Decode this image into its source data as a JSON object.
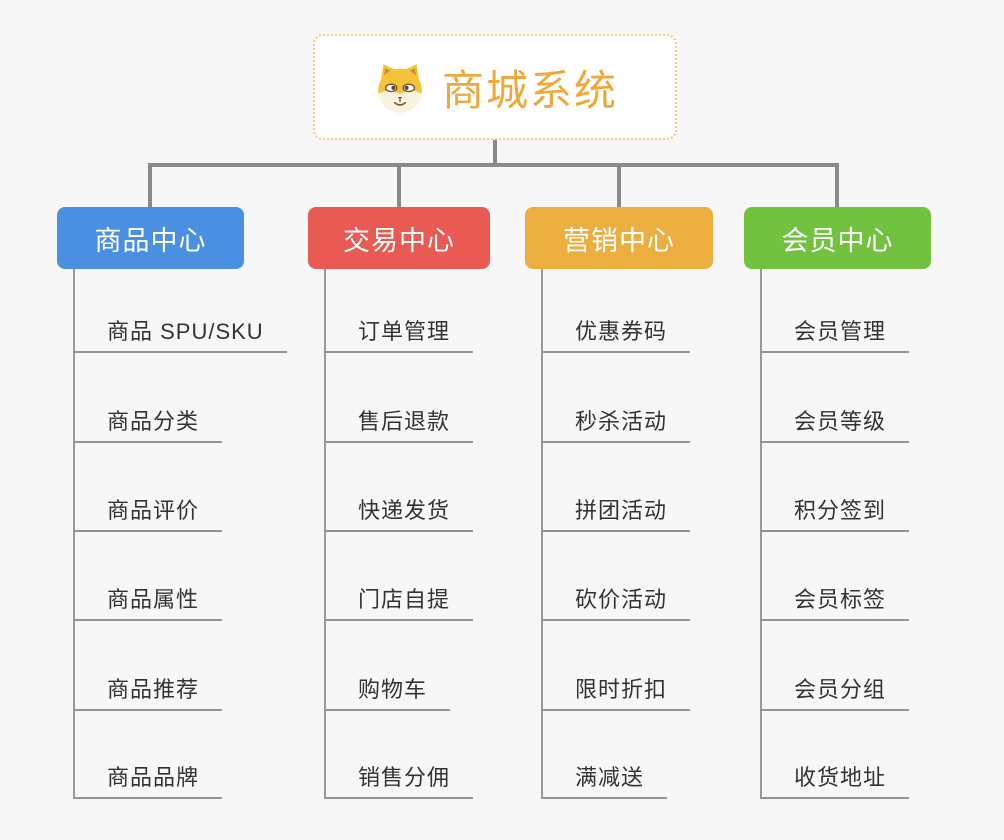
{
  "canvas": {
    "background_color": "#f7f7f7",
    "connector_color": "#8a8a8a",
    "underline_color": "#949494"
  },
  "root": {
    "label": "商城系统",
    "icon": "dog-face-icon",
    "text_color": "#f0a83a",
    "border_color": "#f3c97e"
  },
  "branches": [
    {
      "label": "商品中心",
      "color": "#4a90e2",
      "items": [
        "商品 SPU/SKU",
        "商品分类",
        "商品评价",
        "商品属性",
        "商品推荐",
        "商品品牌"
      ]
    },
    {
      "label": "交易中心",
      "color": "#e85a52",
      "items": [
        "订单管理",
        "售后退款",
        "快递发货",
        "门店自提",
        "购物车",
        "销售分佣"
      ]
    },
    {
      "label": "营销中心",
      "color": "#ecae3e",
      "items": [
        "优惠券码",
        "秒杀活动",
        "拼团活动",
        "砍价活动",
        "限时折扣",
        "满减送"
      ]
    },
    {
      "label": "会员中心",
      "color": "#72c13f",
      "items": [
        "会员管理",
        "会员等级",
        "积分签到",
        "会员标签",
        "会员分组",
        "收货地址"
      ]
    }
  ]
}
